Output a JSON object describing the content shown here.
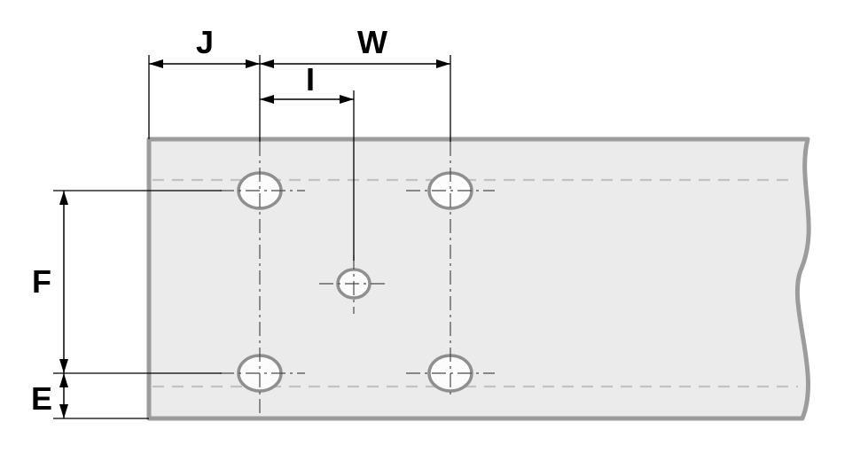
{
  "diagram": {
    "type": "engineering-dimension-drawing",
    "description": "Side view of a flat plate / bar segment (break line on right) with five drilled holes and five dimension callouts",
    "labels": {
      "j": "J",
      "w": "W",
      "i": "I",
      "f": "F",
      "e": "E"
    },
    "colors": {
      "background": "#ffffff",
      "plate_fill": "#ebebeb",
      "plate_stroke": "#9c9c9c",
      "hole_fill": "#fcfcfc",
      "hole_stroke": "#8f8f8f",
      "hidden_line": "#c2c2c2",
      "dimension_line": "#000000"
    }
  }
}
